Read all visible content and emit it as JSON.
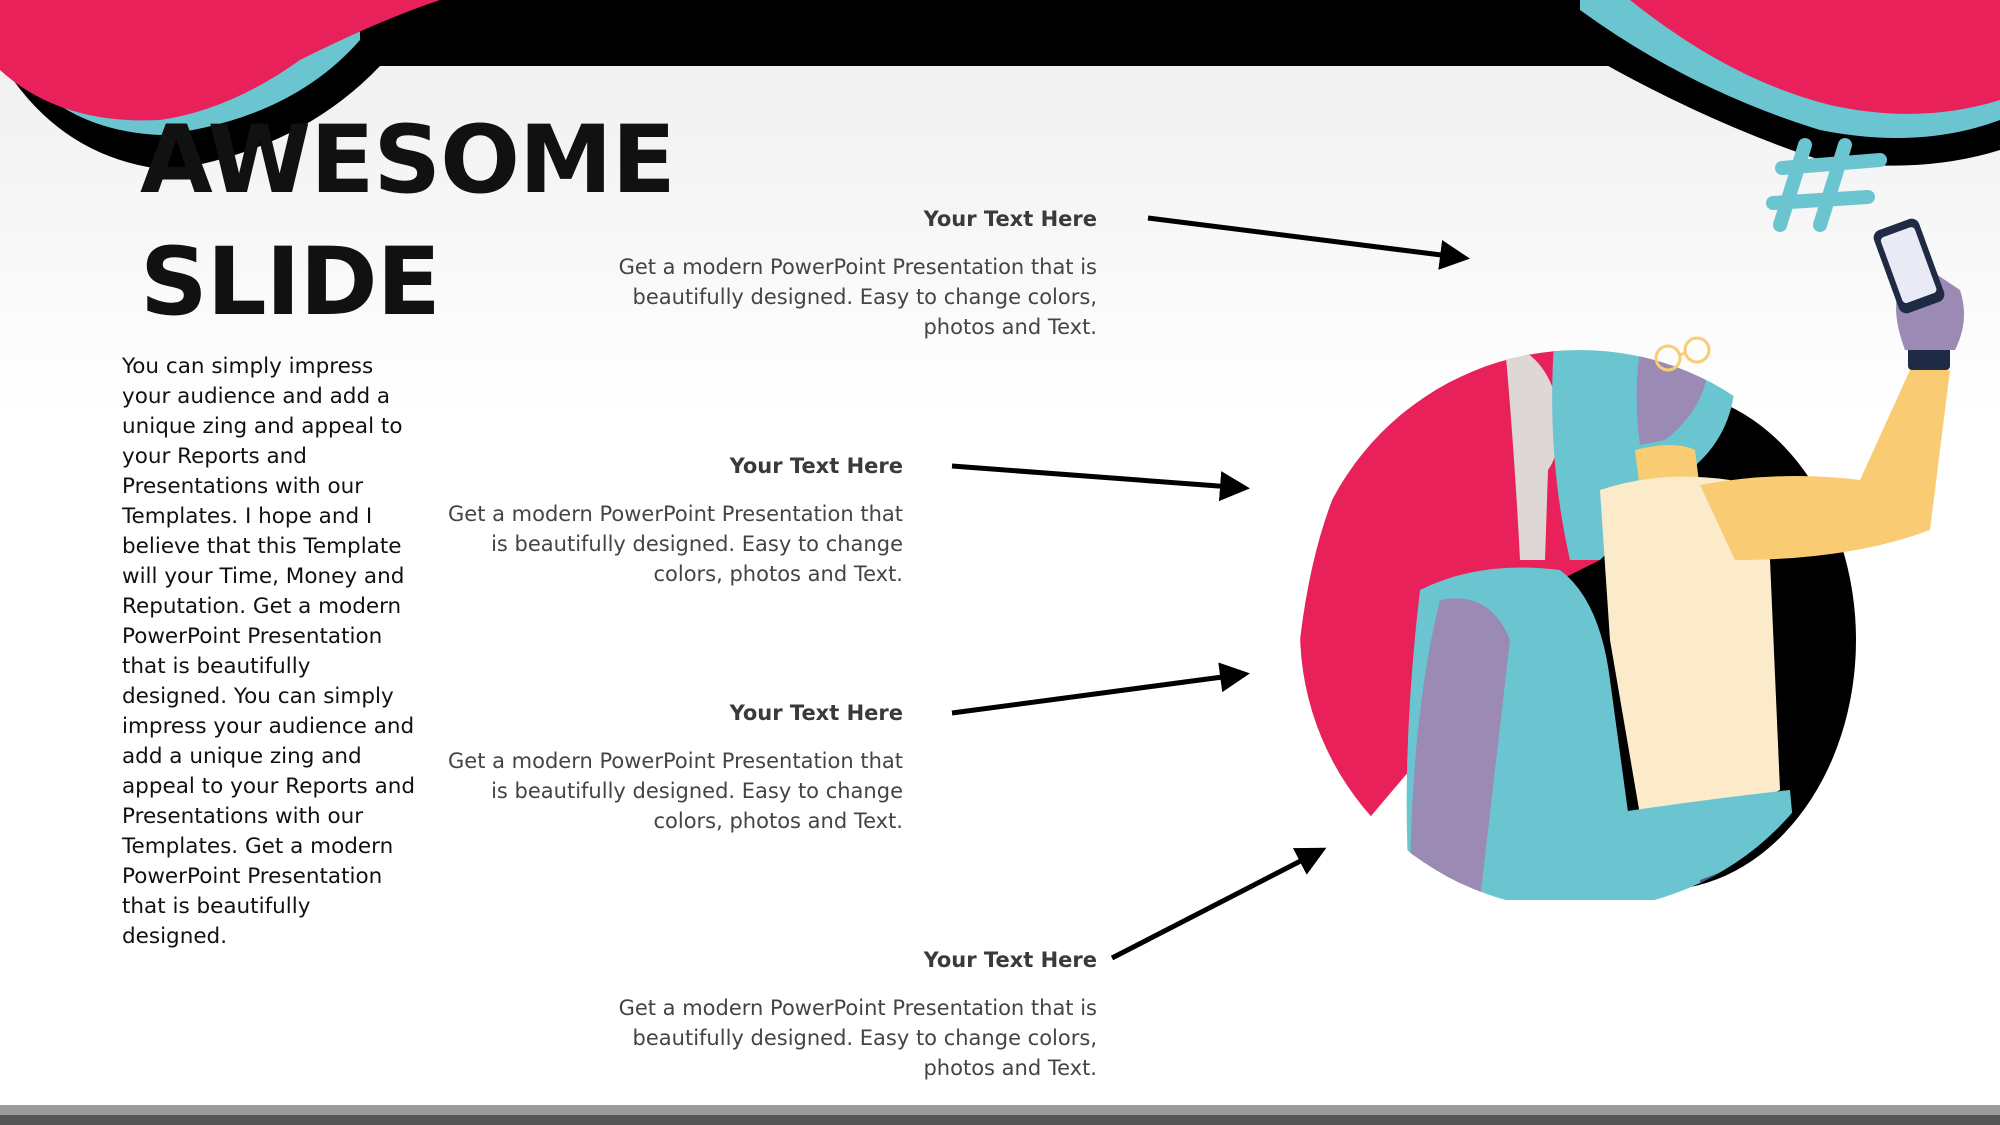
{
  "slide": {
    "title_line1": "AWESOME",
    "title_line2": "SLIDE",
    "body": "You can simply impress your audience and add a unique zing and appeal to your Reports and Presentations with our Templates. I hope and I believe that this Template will your Time, Money and Reputation. Get a modern PowerPoint  Presentation that is beautifully designed. You can simply impress your audience and add a unique zing and appeal to your Reports and Presentations with our Templates. Get a modern PowerPoint  Presentation that is beautifully designed."
  },
  "callouts": [
    {
      "heading": "Your Text  Here",
      "text": "Get a modern PowerPoint  Presentation that is beautifully designed. Easy to change colors, photos and Text."
    },
    {
      "heading": "Your Text  Here",
      "text": "Get a modern PowerPoint  Presentation that is beautifully designed. Easy to change colors, photos and Text."
    },
    {
      "heading": "Your Text  Here",
      "text": "Get a modern PowerPoint  Presentation that is beautifully designed. Easy to change colors, photos and Text."
    },
    {
      "heading": "Your Text  Here",
      "text": "Get a modern PowerPoint  Presentation that is beautifully designed. Easy to change colors, photos and Text."
    }
  ],
  "colors": {
    "pink": "#e8215a",
    "teal": "#6bc5d0",
    "purple": "#9a8ab4",
    "yellow": "#f9cc73",
    "cream": "#fbebcb",
    "black": "#000000"
  },
  "icons": [
    "hashtag-icon",
    "phone-icon",
    "arrow-icon"
  ]
}
